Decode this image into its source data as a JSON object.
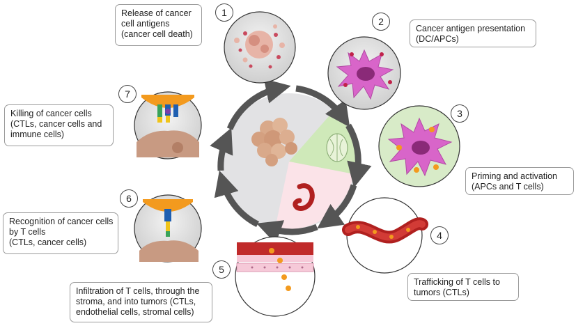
{
  "steps": [
    {
      "number": "1",
      "lines": [
        "Release of cancer",
        "cell antigens",
        "(cancer cell death)"
      ]
    },
    {
      "number": "2",
      "lines": [
        "Cancer antigen presentation",
        "(DC/APCs)"
      ]
    },
    {
      "number": "3",
      "lines": [
        "Priming and activation",
        "(APCs and T cells)"
      ]
    },
    {
      "number": "4",
      "lines": [
        "Trafficking of T cells to",
        "tumors (CTLs)"
      ]
    },
    {
      "number": "5",
      "lines": [
        "Infiltration of T cells, through the",
        "stroma, and into tumors (CTLs,",
        "endothelial cells, stromal cells)"
      ]
    },
    {
      "number": "6",
      "lines": [
        "Recognition of cancer cells",
        "by T cells",
        "(CTLs, cancer cells)"
      ]
    },
    {
      "number": "7",
      "lines": [
        "Killing of cancer cells",
        "(CTLs, cancer cells and",
        "immune cells)"
      ]
    }
  ],
  "colors": {
    "cycle_arrow": "#555555",
    "cell_pink": "#d865c9",
    "nucleus": "#8a2a78",
    "vessel_red": "#b0201f",
    "t_cell_orange": "#f39a1e",
    "tumor_tan": "#d9a98a",
    "center_green": "#cfe9b9",
    "center_pink": "#fbe3e8",
    "center_gray": "#e2e2e4"
  }
}
